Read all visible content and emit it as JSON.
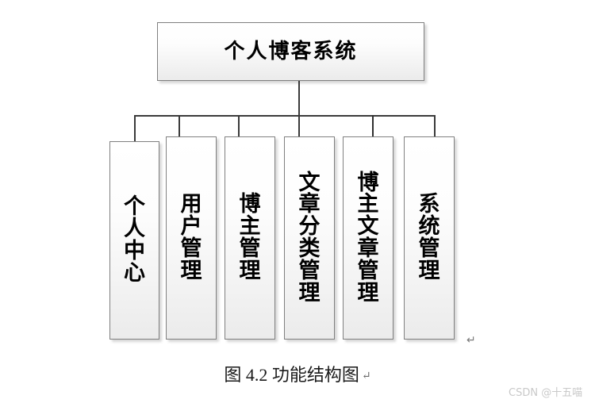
{
  "diagram": {
    "type": "tree",
    "title": "个人博客系统",
    "root": {
      "label": "个人博客系统",
      "orientation": "horizontal"
    },
    "children": [
      {
        "label": "个人中心",
        "orientation": "vertical"
      },
      {
        "label": "用户管理",
        "orientation": "vertical"
      },
      {
        "label": "博主管理",
        "orientation": "vertical"
      },
      {
        "label": "文章分类管理",
        "orientation": "vertical"
      },
      {
        "label": "博主文章管理",
        "orientation": "vertical"
      },
      {
        "label": "系统管理",
        "orientation": "vertical"
      }
    ],
    "colors": {
      "box_border": "#808080",
      "box_fill_top": "#ffffff",
      "box_fill_bottom": "#ebebeb",
      "connector": "#3a3a3a",
      "text": "#000000"
    }
  },
  "caption": {
    "text": "图 4.2  功能结构图",
    "mark": "↵"
  },
  "stray_mark": {
    "text": "↵"
  },
  "watermark": {
    "text": "CSDN @十五喵"
  }
}
